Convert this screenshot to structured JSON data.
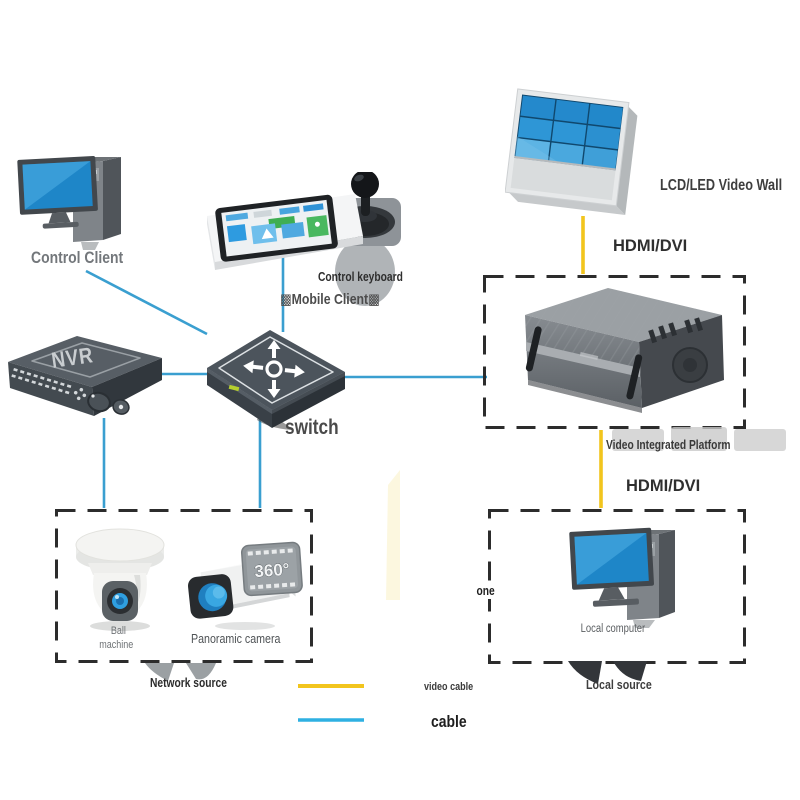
{
  "nodes": {
    "control_client": {
      "label": "Control Client"
    },
    "control_keyboard": {
      "label": "Control keyboard",
      "sub_label": "▩Mobile Client▩"
    },
    "nvr": {
      "label": "NVR"
    },
    "switch": {
      "label": "switch"
    },
    "video_wall": {
      "label": "LCD/LED Video Wall"
    },
    "video_platform": {
      "label": "Video Integrated Platform"
    },
    "ball_machine": {
      "label_line1": "Ball",
      "label_line2": "machine"
    },
    "panoramic_camera": {
      "label": "Panoramic camera",
      "badge": "360°"
    },
    "local_computer": {
      "label": "Local computer"
    }
  },
  "groups": {
    "network_source": {
      "label": "Network source"
    },
    "local_source": {
      "label": "Local source",
      "side_note": "one"
    }
  },
  "links": {
    "hdmi_top": "HDMI/DVI",
    "hdmi_bottom": "HDMI/DVI"
  },
  "legend": {
    "video_cable_label": "video cable",
    "cable_label": "cable",
    "video_cable_color": "#f2c51d",
    "cable_color": "#2fb0e2"
  },
  "colors": {
    "network_line": "#3a9fd0",
    "video_line": "#f2c51d",
    "dashed_border": "#2c2c2c",
    "screen_blue": "#1e86c8"
  }
}
